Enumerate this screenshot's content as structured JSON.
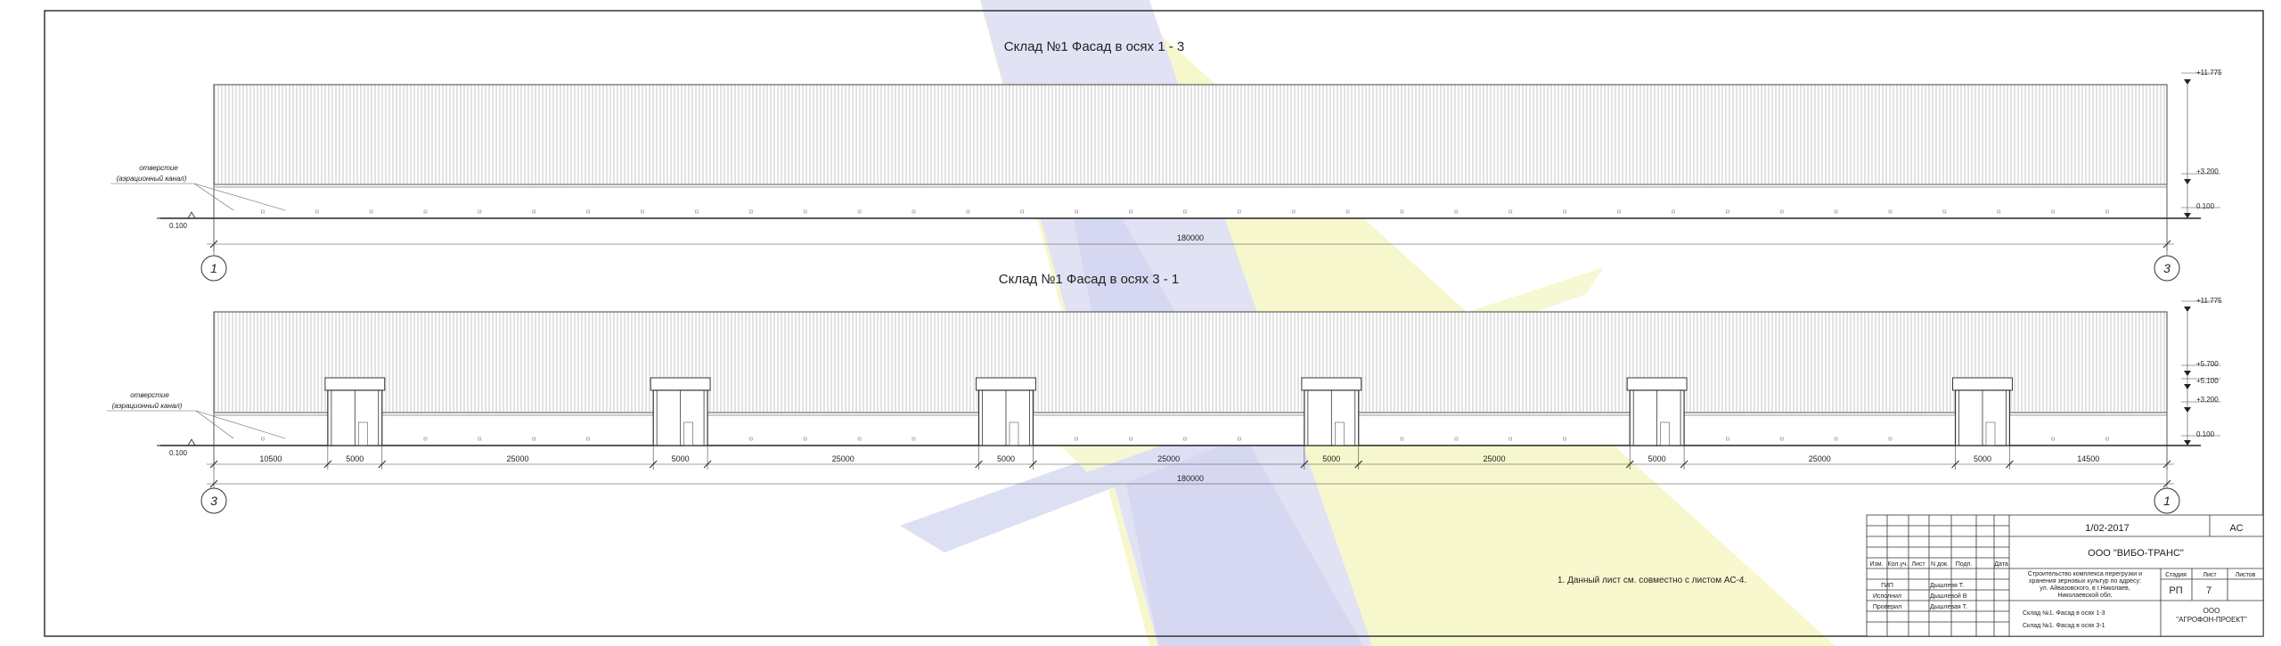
{
  "drawing": {
    "top_title": "Склад №1   Фасад в осях 1 - 3",
    "bottom_title": "Склад №1    Фасад в осях 3 - 1",
    "top_elevations": [
      "+11.775",
      "+3.200",
      "0.100"
    ],
    "top_left_level": "0.100",
    "top_hole_note_1": "отверстие",
    "top_hole_note_2": "(аэрационный канал)",
    "top_overall_dim": "180000",
    "top_axis_left": "1",
    "top_axis_right": "3",
    "bottom_elevations": [
      "+11.775",
      "+5.700",
      "+5.100",
      "+3.200",
      "0.100"
    ],
    "bottom_left_level": "0.100",
    "bottom_hole_note_1": "отверстие",
    "bottom_hole_note_2": "(аэрационный канал)",
    "bottom_segment_dims": [
      "10500",
      "5000",
      "25000",
      "5000",
      "25000",
      "5000",
      "25000",
      "5000",
      "25000",
      "5000",
      "25000",
      "5000",
      "14500"
    ],
    "bottom_overall_dim": "180000",
    "bottom_axis_left": "3",
    "bottom_axis_right": "1",
    "note": "1. Данный лист см. совместно с листом  АС-4."
  },
  "title_block": {
    "doc_code": "1/02-2017",
    "mark": "АС",
    "company": "ООО \"ВИБО-ТРАНС\"",
    "header_cols": [
      "Изм.",
      "Кол.уч.",
      "Лист",
      "N док.",
      "Подп.",
      "Дата"
    ],
    "roles": [
      {
        "role": "ГИП",
        "name": "Дышлевя Т."
      },
      {
        "role": "Исполнил",
        "name": "Дышлевой В"
      },
      {
        "role": "Проверил",
        "name": "Дышлевая Т."
      }
    ],
    "project_line_1": "Строительство комплекса перегрузки и",
    "project_line_2": "хранения зерновых культур по адресу:",
    "project_line_3": "ул. Айвазовского, в г.Николаев,",
    "project_line_4": "Николаевской обл.",
    "stage_label": "Стадия",
    "sheet_label": "Лист",
    "sheets_label": "Листов",
    "stage_value": "РП",
    "sheet_value": "7",
    "sheet_title_1": "Склад №1. Фасад в осях 1-3",
    "sheet_title_2": "Склад №1. Фасад в осях 3-1",
    "org_line_1": "ООО",
    "org_line_2": "\"АГРОФОН-ПРОЕКТ\""
  }
}
